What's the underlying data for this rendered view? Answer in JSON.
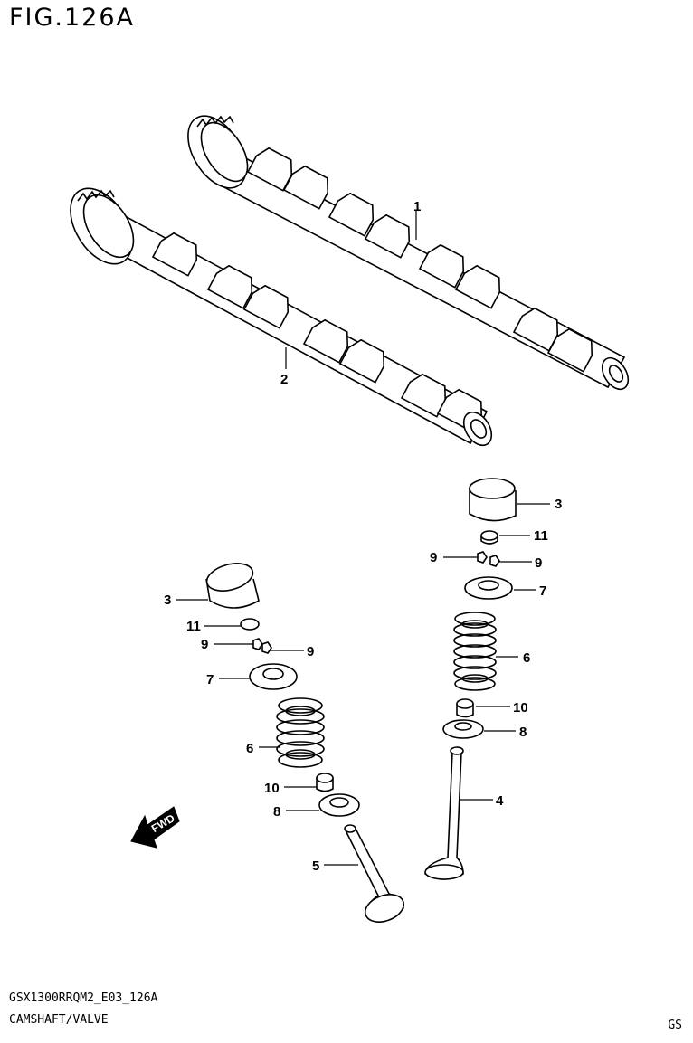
{
  "title": "FIG.126A",
  "footer": {
    "code": "GSX1300RRQM2_E03_126A",
    "name": "CAMSHAFT/VALVE",
    "region": "GS"
  },
  "fwd_label": "FWD",
  "callouts": {
    "c1": "1",
    "c2": "2",
    "c3a": "3",
    "c3b": "3",
    "c4": "4",
    "c5": "5",
    "c6a": "6",
    "c6b": "6",
    "c7a": "7",
    "c7b": "7",
    "c8a": "8",
    "c8b": "8",
    "c9a": "9",
    "c9b": "9",
    "c9c": "9",
    "c9d": "9",
    "c10a": "10",
    "c10b": "10",
    "c11a": "11",
    "c11b": "11"
  }
}
